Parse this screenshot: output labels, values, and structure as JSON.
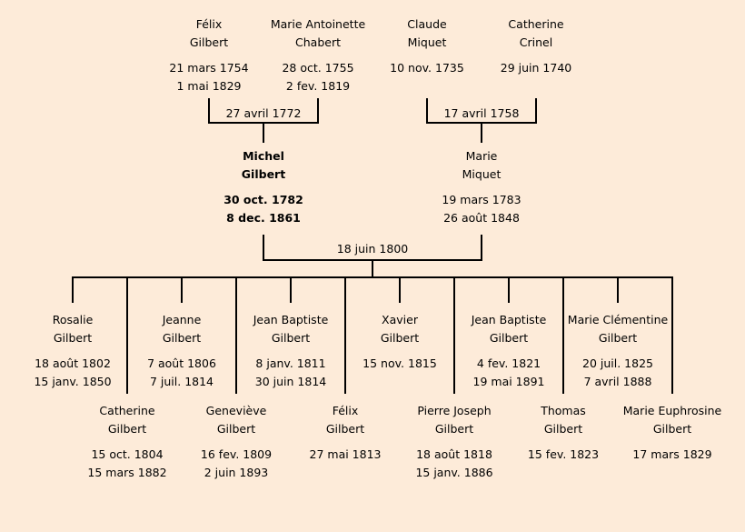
{
  "grandparents": [
    {
      "first": "Félix",
      "last": "Gilbert",
      "birth": "21 mars 1754",
      "death": "1 mai 1829"
    },
    {
      "first": "Marie Antoinette",
      "last": "Chabert",
      "birth": "28 oct. 1755",
      "death": "2 fev. 1819"
    },
    {
      "first": "Claude",
      "last": "Miquet",
      "birth": "10 nov. 1735",
      "death": ""
    },
    {
      "first": "Catherine",
      "last": "Crinel",
      "birth": "29 juin 1740",
      "death": ""
    }
  ],
  "marriages": {
    "paternal": "27 avril 1772",
    "maternal": "17 avril 1758",
    "parents": "18 juin 1800"
  },
  "parents": [
    {
      "first": "Michel",
      "last": "Gilbert",
      "birth": "30 oct. 1782",
      "death": "8 dec. 1861"
    },
    {
      "first": "Marie",
      "last": "Miquet",
      "birth": "19 mars 1783",
      "death": "26 août 1848"
    }
  ],
  "children": [
    {
      "first": "Rosalie",
      "last": "Gilbert",
      "birth": "18 août 1802",
      "death": "15 janv. 1850"
    },
    {
      "first": "Catherine",
      "last": "Gilbert",
      "birth": "15 oct. 1804",
      "death": "15 mars 1882"
    },
    {
      "first": "Jeanne",
      "last": "Gilbert",
      "birth": "7 août 1806",
      "death": "7 juil. 1814"
    },
    {
      "first": "Geneviève",
      "last": "Gilbert",
      "birth": "16 fev. 1809",
      "death": "2 juin 1893"
    },
    {
      "first": "Jean Baptiste",
      "last": "Gilbert",
      "birth": "8 janv. 1811",
      "death": "30 juin 1814"
    },
    {
      "first": "Félix",
      "last": "Gilbert",
      "birth": "27 mai 1813",
      "death": ""
    },
    {
      "first": "Xavier",
      "last": "Gilbert",
      "birth": "15 nov. 1815",
      "death": ""
    },
    {
      "first": "Pierre Joseph",
      "last": "Gilbert",
      "birth": "18 août 1818",
      "death": "15 janv. 1886"
    },
    {
      "first": "Jean Baptiste",
      "last": "Gilbert",
      "birth": "4 fev. 1821",
      "death": "19 mai 1891"
    },
    {
      "first": "Thomas",
      "last": "Gilbert",
      "birth": "15 fev. 1823",
      "death": ""
    },
    {
      "first": "Marie Clémentine",
      "last": "Gilbert",
      "birth": "20 juil. 1825",
      "death": "7 avril 1888"
    },
    {
      "first": "Marie Euphrosine",
      "last": "Gilbert",
      "birth": "17 mars 1829",
      "death": ""
    }
  ]
}
